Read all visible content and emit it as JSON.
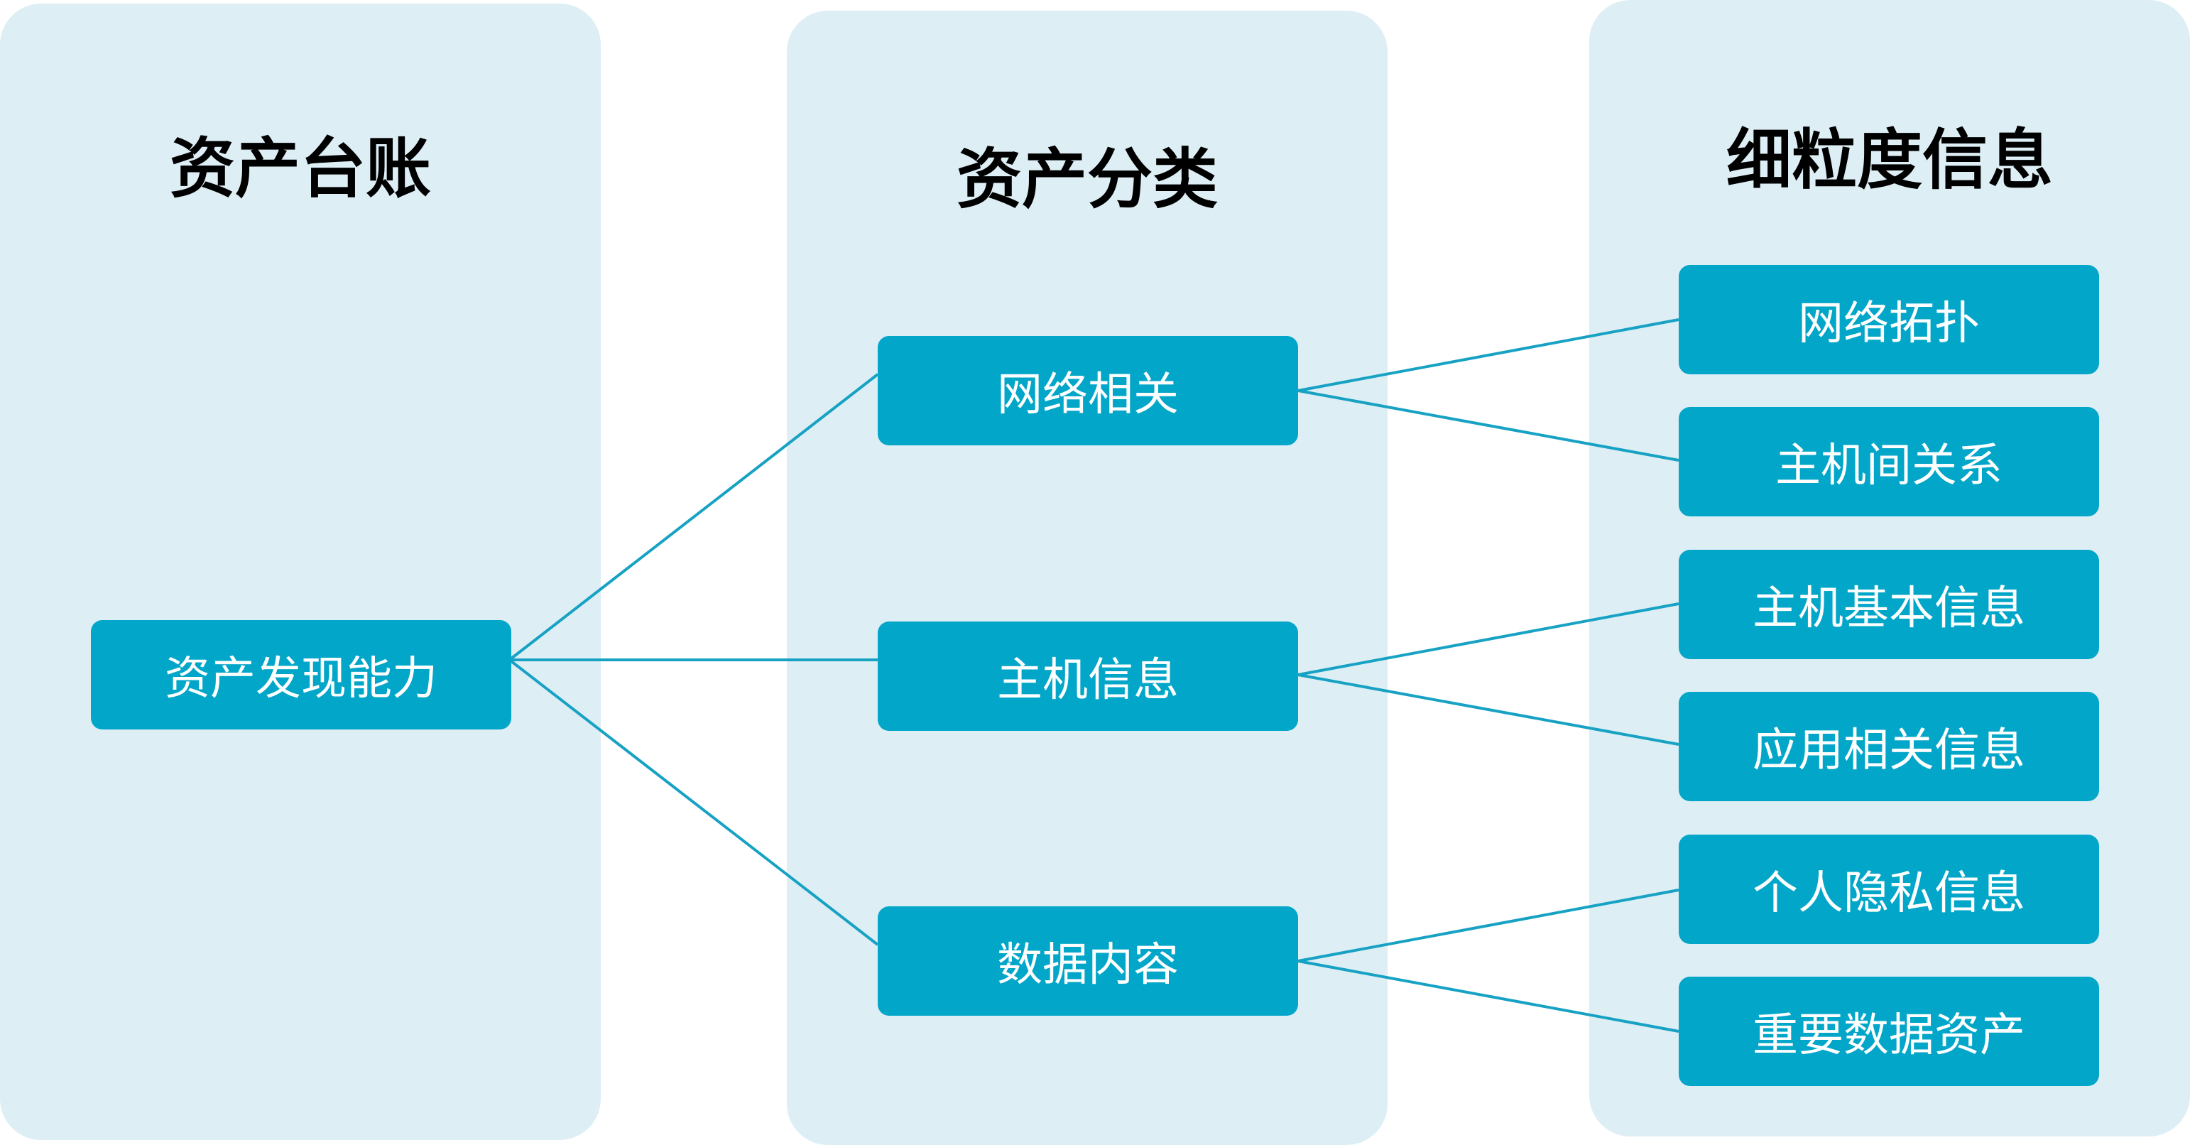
{
  "columns": [
    {
      "title": "资产台账"
    },
    {
      "title": "资产分类"
    },
    {
      "title": "细粒度信息"
    }
  ],
  "root": {
    "label": "资产发现能力"
  },
  "categories": [
    {
      "label": "网络相关"
    },
    {
      "label": "主机信息"
    },
    {
      "label": "数据内容"
    }
  ],
  "details": [
    {
      "label": "网络拓扑"
    },
    {
      "label": "主机间关系"
    },
    {
      "label": "主机基本信息"
    },
    {
      "label": "应用相关信息"
    },
    {
      "label": "个人隐私信息"
    },
    {
      "label": "重要数据资产"
    }
  ],
  "colors": {
    "column_background": "#deeef5",
    "node_fill": "#02a6c8",
    "node_text": "#ffffff",
    "connector": "#17a2c4",
    "title_text": "#000000"
  }
}
